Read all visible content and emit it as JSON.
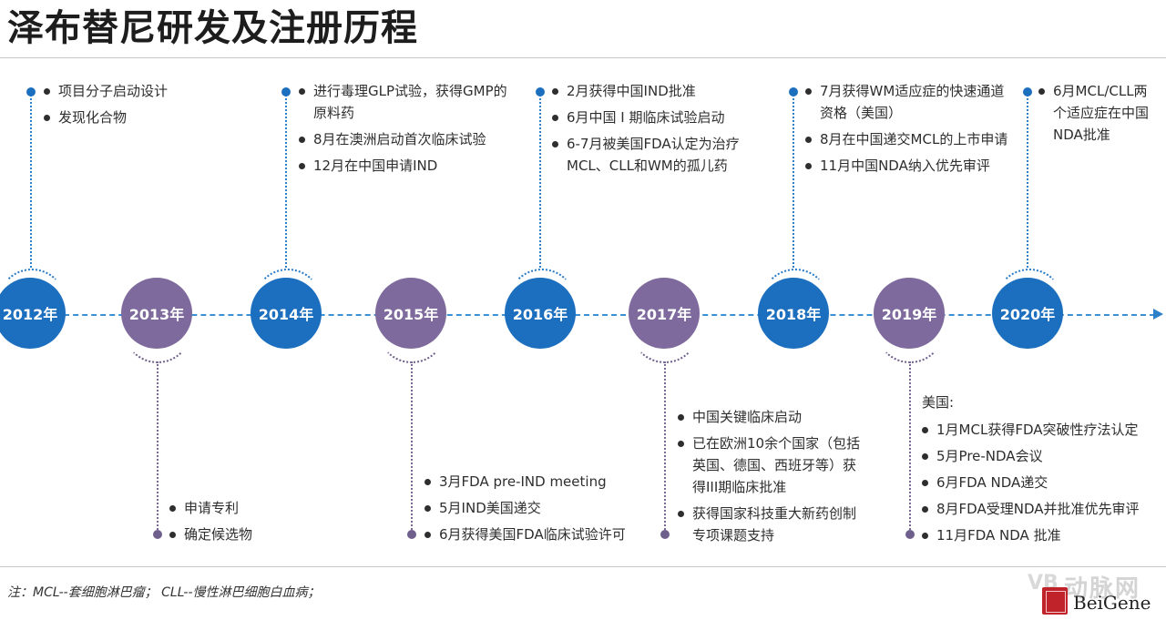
{
  "title": "泽布替尼研发及注册历程",
  "years": [
    {
      "label": "2012年",
      "color": "blue"
    },
    {
      "label": "2013年",
      "color": "purple"
    },
    {
      "label": "2014年",
      "color": "blue"
    },
    {
      "label": "2015年",
      "color": "purple"
    },
    {
      "label": "2016年",
      "color": "blue"
    },
    {
      "label": "2017年",
      "color": "purple"
    },
    {
      "label": "2018年",
      "color": "blue"
    },
    {
      "label": "2019年",
      "color": "purple"
    },
    {
      "label": "2020年",
      "color": "blue"
    }
  ],
  "notes": {
    "y2012": [
      "项目分子启动设计",
      "发现化合物"
    ],
    "y2013": [
      "申请专利",
      "确定候选物"
    ],
    "y2014": [
      "进行毒理GLP试验，获得GMP的原料药",
      "8月在澳洲启动首次临床试验",
      "12月在中国申请IND"
    ],
    "y2015": [
      "3月FDA pre-IND meeting",
      "5月IND美国递交",
      "6月获得美国FDA临床试验许可"
    ],
    "y2016": [
      "2月获得中国IND批准",
      "6月中国 I 期临床试验启动",
      "6-7月被美国FDA认定为治疗MCL、CLL和WM的孤儿药"
    ],
    "y2017": [
      "中国关键临床启动",
      "已在欧洲10余个国家（包括英国、德国、西班牙等）获得III期临床批准",
      "获得国家科技重大新药创制专项课题支持"
    ],
    "y2018": [
      "7月获得WM适应症的快速通道资格（美国）",
      "8月在中国递交MCL的上市申请",
      "11月中国NDA纳入优先审评"
    ],
    "y2019_head": "美国:",
    "y2019": [
      "1月MCL获得FDA突破性疗法认定",
      "5月Pre-NDA会议",
      "6月FDA NDA递交",
      "8月FDA受理NDA并批准优先审评",
      "11月FDA NDA 批准"
    ],
    "y2020": [
      "6月MCL/CLL两个适应症在中国NDA批准"
    ]
  },
  "footnote": "注：MCL--套细胞淋巴瘤；   CLL--慢性淋巴细胞白血病；",
  "watermark": {
    "logo_text": "VB",
    "cn_text": "动脉网"
  },
  "brand": "BeiGene",
  "colors": {
    "blue": "#1c6fbe",
    "purple": "#7e6a9c",
    "axis": "#3b8fd4"
  }
}
